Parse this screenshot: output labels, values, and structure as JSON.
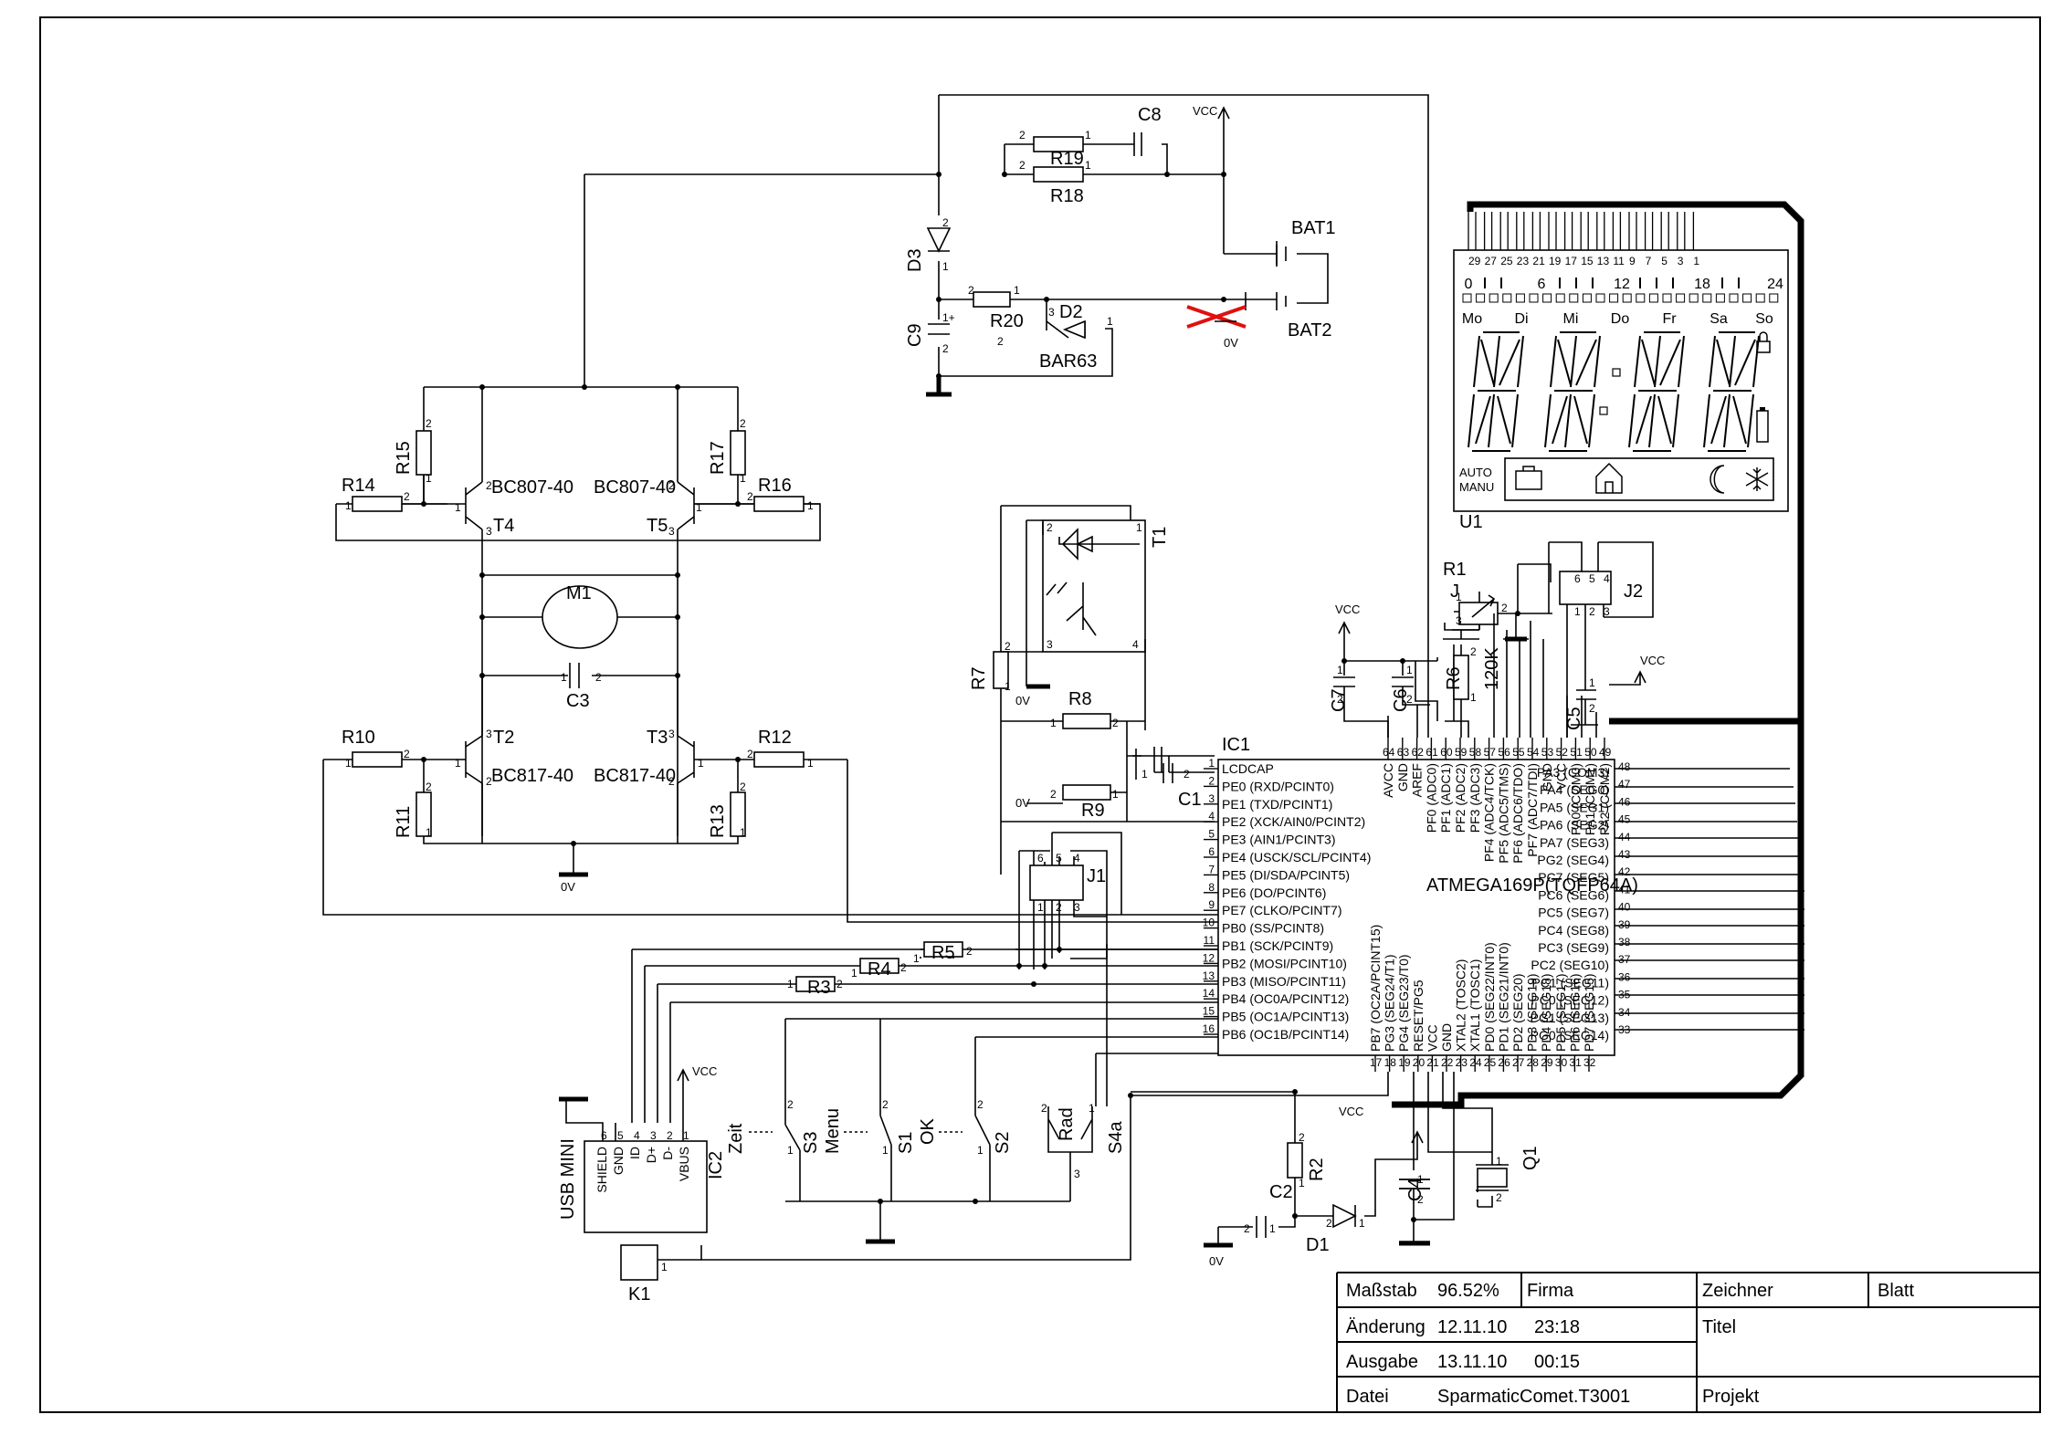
{
  "labels": {
    "vcc": "VCC",
    "zero_v": "0V",
    "c8": "C8",
    "r19": "R19",
    "r18": "R18",
    "d3": "D3",
    "c9": "C9",
    "r20": "R20",
    "d2": "D2",
    "bar63": "BAR63",
    "bat1": "BAT1",
    "bat2": "BAT2",
    "r15": "R15",
    "r17": "R17",
    "r14": "R14",
    "r16": "R16",
    "t4": "T4",
    "t5": "T5",
    "bc807a": "BC807-40",
    "bc807b": "BC807-40",
    "m1": "M1",
    "c3": "C3",
    "r10": "R10",
    "r12": "R12",
    "r11": "R11",
    "r13": "R13",
    "t2": "T2",
    "t3": "T3",
    "bc817a": "BC817-40",
    "bc817b": "BC817-40",
    "t1": "T1",
    "r7": "R7",
    "r8": "R8",
    "r9": "R9",
    "c1": "C1",
    "ic1": "IC1",
    "c7": "C7",
    "c6": "C6",
    "r6": "R6",
    "r6v": "120K",
    "r1": "R1",
    "j": "J",
    "j2": "J2",
    "c5": "C5",
    "u1": "U1",
    "j1": "J1",
    "r5": "R5",
    "r4": "R4",
    "r3": "R3",
    "ic2": "IC2",
    "usb": "USB MINI",
    "k1": "K1",
    "zeit": "Zeit",
    "s3": "S3",
    "menu": "Menu",
    "s1": "S1",
    "ok": "OK",
    "s2": "S2",
    "rad": "Rad",
    "s4a": "S4a",
    "c2": "C2",
    "r2": "R2",
    "d1": "D1",
    "c4": "C4",
    "q1": "Q1"
  },
  "mcu": {
    "name": "ATMEGA169P(TQFP64A)",
    "left_pins": [
      {
        "num": "1",
        "name": "LCDCAP"
      },
      {
        "num": "2",
        "name": "PE0 (RXD/PCINT0)"
      },
      {
        "num": "3",
        "name": "PE1 (TXD/PCINT1)"
      },
      {
        "num": "4",
        "name": "PE2 (XCK/AIN0/PCINT2)"
      },
      {
        "num": "5",
        "name": "PE3 (AIN1/PCINT3)"
      },
      {
        "num": "6",
        "name": "PE4 (USCK/SCL/PCINT4)"
      },
      {
        "num": "7",
        "name": "PE5 (DI/SDA/PCINT5)"
      },
      {
        "num": "8",
        "name": "PE6 (DO/PCINT6)"
      },
      {
        "num": "9",
        "name": "PE7 (CLKO/PCINT7)"
      },
      {
        "num": "10",
        "name": "PB0 (SS/PCINT8)"
      },
      {
        "num": "11",
        "name": "PB1 (SCK/PCINT9)"
      },
      {
        "num": "12",
        "name": "PB2 (MOSI/PCINT10)"
      },
      {
        "num": "13",
        "name": "PB3 (MISO/PCINT11)"
      },
      {
        "num": "14",
        "name": "PB4 (OC0A/PCINT12)"
      },
      {
        "num": "15",
        "name": "PB5 (OC1A/PCINT13)"
      },
      {
        "num": "16",
        "name": "PB6 (OC1B/PCINT14)"
      }
    ],
    "right_pins": [
      {
        "num": "48",
        "name": "PA3 (COM3)"
      },
      {
        "num": "47",
        "name": "PA4 (SEG0)"
      },
      {
        "num": "46",
        "name": "PA5 (SEG1)"
      },
      {
        "num": "45",
        "name": "PA6 (SEG2)"
      },
      {
        "num": "44",
        "name": "PA7 (SEG3)"
      },
      {
        "num": "43",
        "name": "PG2 (SEG4)"
      },
      {
        "num": "42",
        "name": "PC7 (SEG5)"
      },
      {
        "num": "41",
        "name": "PC6 (SEG6)"
      },
      {
        "num": "40",
        "name": "PC5 (SEG7)"
      },
      {
        "num": "39",
        "name": "PC4 (SEG8)"
      },
      {
        "num": "38",
        "name": "PC3 (SEG9)"
      },
      {
        "num": "37",
        "name": "PC2 (SEG10)"
      },
      {
        "num": "36",
        "name": "PC1 (SEG11)"
      },
      {
        "num": "35",
        "name": "PC0 (SEG12)"
      },
      {
        "num": "34",
        "name": "PG1 (SEG13)"
      },
      {
        "num": "33",
        "name": "PG0 (SEG14)"
      }
    ],
    "top_pins": [
      {
        "num": "64",
        "name": "AVCC"
      },
      {
        "num": "63",
        "name": "GND"
      },
      {
        "num": "62",
        "name": "AREF"
      },
      {
        "num": "61",
        "name": "PF0 (ADC0)"
      },
      {
        "num": "60",
        "name": "PF1 (ADC1)"
      },
      {
        "num": "59",
        "name": "PF2 (ADC2)"
      },
      {
        "num": "58",
        "name": "PF3 (ADC3)"
      },
      {
        "num": "57",
        "name": "PF4 (ADC4/TCK)"
      },
      {
        "num": "56",
        "name": "PF5 (ADC5/TMS)"
      },
      {
        "num": "55",
        "name": "PF6 (ADC6/TDO)"
      },
      {
        "num": "54",
        "name": "PF7 (ADC7/TDI)"
      },
      {
        "num": "53",
        "name": "GND"
      },
      {
        "num": "52",
        "name": "VCC"
      },
      {
        "num": "51",
        "name": "PA0 (COM0)"
      },
      {
        "num": "50",
        "name": "PA1 (COM1)"
      },
      {
        "num": "49",
        "name": "PA2 (COM2)"
      }
    ],
    "bottom_pins": [
      {
        "num": "17",
        "name": "PB7 (OC2A/PCINT15)"
      },
      {
        "num": "18",
        "name": "PG3 (SEG24/T1)"
      },
      {
        "num": "19",
        "name": "PG4 (SEG23/T0)"
      },
      {
        "num": "20",
        "name": "RESET/PG5"
      },
      {
        "num": "21",
        "name": "VCC"
      },
      {
        "num": "22",
        "name": "GND"
      },
      {
        "num": "23",
        "name": "XTAL2 (TOSC2)"
      },
      {
        "num": "24",
        "name": "XTAL1 (TOSC1)"
      },
      {
        "num": "25",
        "name": "PD0 (SEG22/INT0)"
      },
      {
        "num": "26",
        "name": "PD1 (SEG21/INT0)"
      },
      {
        "num": "27",
        "name": "PD2 (SEG20)"
      },
      {
        "num": "28",
        "name": "PD3 (SEG19)"
      },
      {
        "num": "29",
        "name": "PD4 (SEG18)"
      },
      {
        "num": "30",
        "name": "PD5 (SEG17)"
      },
      {
        "num": "31",
        "name": "PD6 (SEG16)"
      },
      {
        "num": "32",
        "name": "PD7 (SEG15)"
      }
    ]
  },
  "usb_pins": [
    "SHIELD",
    "GND",
    "ID",
    "D+",
    "D-",
    "VBUS"
  ],
  "usb_pin_nums": [
    "6",
    "5",
    "4",
    "3",
    "2",
    "1"
  ],
  "lcd": {
    "pin_nums": [
      "29",
      "27",
      "25",
      "23",
      "21",
      "19",
      "17",
      "15",
      "13",
      "11",
      "9",
      "7",
      "5",
      "3",
      "1"
    ],
    "scale": [
      "0",
      "6",
      "12",
      "18",
      "24"
    ],
    "days": [
      "Mo",
      "Di",
      "Mi",
      "Do",
      "Fr",
      "Sa",
      "So"
    ],
    "auto": "AUTO",
    "manu": "MANU"
  },
  "title_block": {
    "massstab_label": "Maßstab",
    "massstab": "96.52%",
    "firma_label": "Firma",
    "zeichner_label": "Zeichner",
    "blatt_label": "Blatt",
    "aenderung_label": "Änderung",
    "aenderung_date": "12.11.10",
    "aenderung_time": "23:18",
    "titel_label": "Titel",
    "ausgabe_label": "Ausgabe",
    "ausgabe_date": "13.11.10",
    "ausgabe_time": "00:15",
    "datei_label": "Datei",
    "datei": "SparmaticComet.T3001",
    "projekt_label": "Projekt"
  }
}
